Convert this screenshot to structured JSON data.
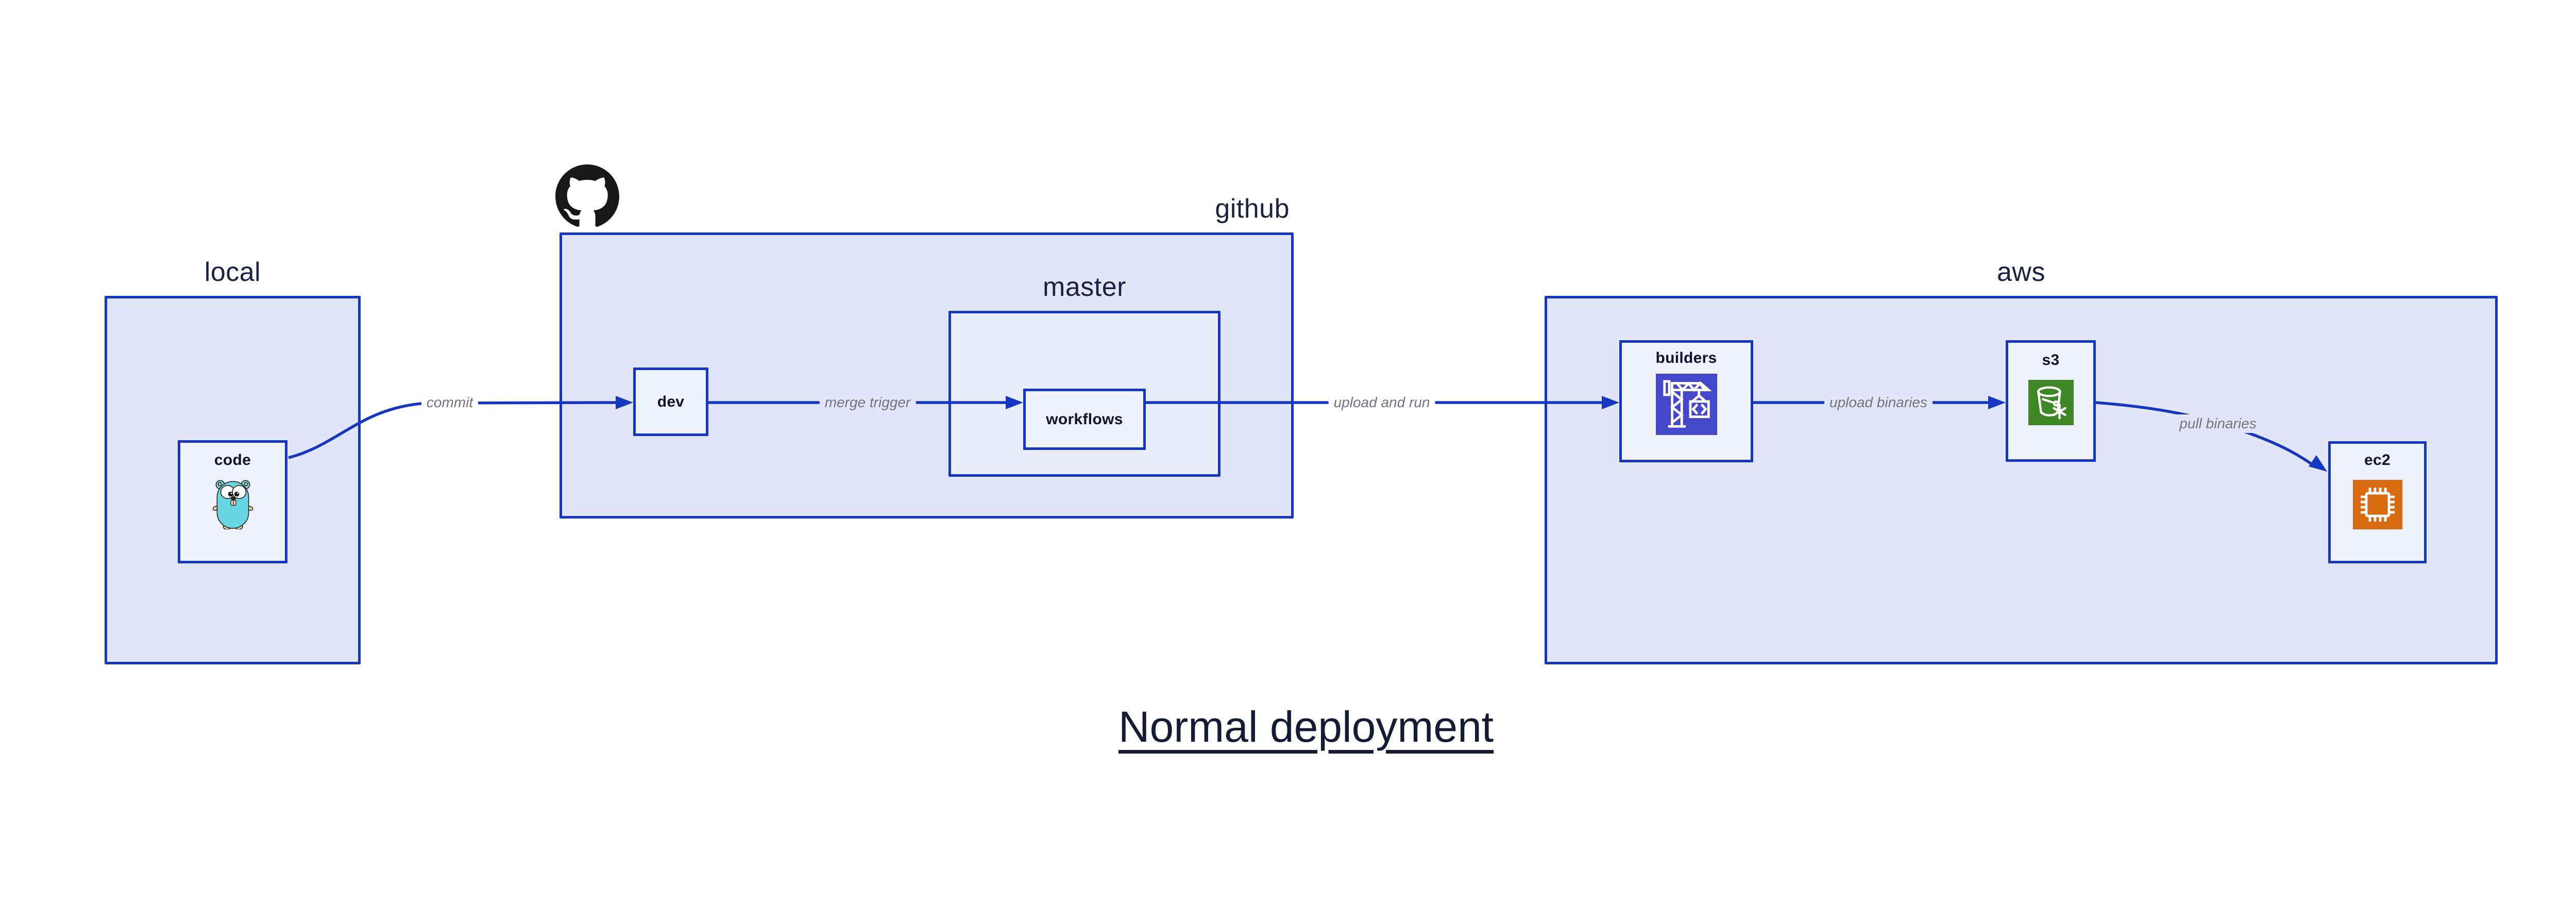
{
  "title": {
    "text": "Normal deployment"
  },
  "containers": {
    "local": {
      "label": "local"
    },
    "github": {
      "label": "github"
    },
    "master": {
      "label": "master"
    },
    "aws": {
      "label": "aws"
    }
  },
  "nodes": {
    "code": {
      "label": "code",
      "icon": "go-gopher-icon"
    },
    "dev": {
      "label": "dev"
    },
    "workflows": {
      "label": "workflows"
    },
    "builders": {
      "label": "builders",
      "icon": "crane-icon"
    },
    "s3": {
      "label": "s3",
      "icon": "s3-glacier-bucket-icon"
    },
    "ec2": {
      "label": "ec2",
      "icon": "cpu-chip-icon"
    }
  },
  "edges": {
    "commit": {
      "label": "commit",
      "from": "code",
      "to": "dev"
    },
    "merge_trigger": {
      "label": "merge trigger",
      "from": "dev",
      "to": "workflows"
    },
    "upload_and_run": {
      "label": "upload and run",
      "from": "workflows",
      "to": "builders"
    },
    "upload_binaries": {
      "label": "upload binaries",
      "from": "builders",
      "to": "s3"
    },
    "pull_binaries": {
      "label": "pull binaries",
      "from": "s3",
      "to": "ec2"
    }
  },
  "logos": {
    "github_mark": "github-octocat-logo"
  },
  "colors": {
    "page_bg": "#ffffff",
    "arrow_blue": "#1537c1",
    "container_border": "#1537c1",
    "container_fill": "#e1e7f8",
    "master_fill": "#e9edfa",
    "node_fill": "#eef2fc",
    "node_label": "#0d1430",
    "container_label": "#1a2142",
    "edge_label": "#6f7480",
    "title_color": "#131b35",
    "octocat_black": "#191717",
    "builders_icon_bg": "#4547c9",
    "s3_icon_bg": "#3f8624",
    "ec2_icon_bg": "#d86b10",
    "gopher_teal": "#6ad7e5",
    "gopher_tan": "#f6d7ae"
  }
}
